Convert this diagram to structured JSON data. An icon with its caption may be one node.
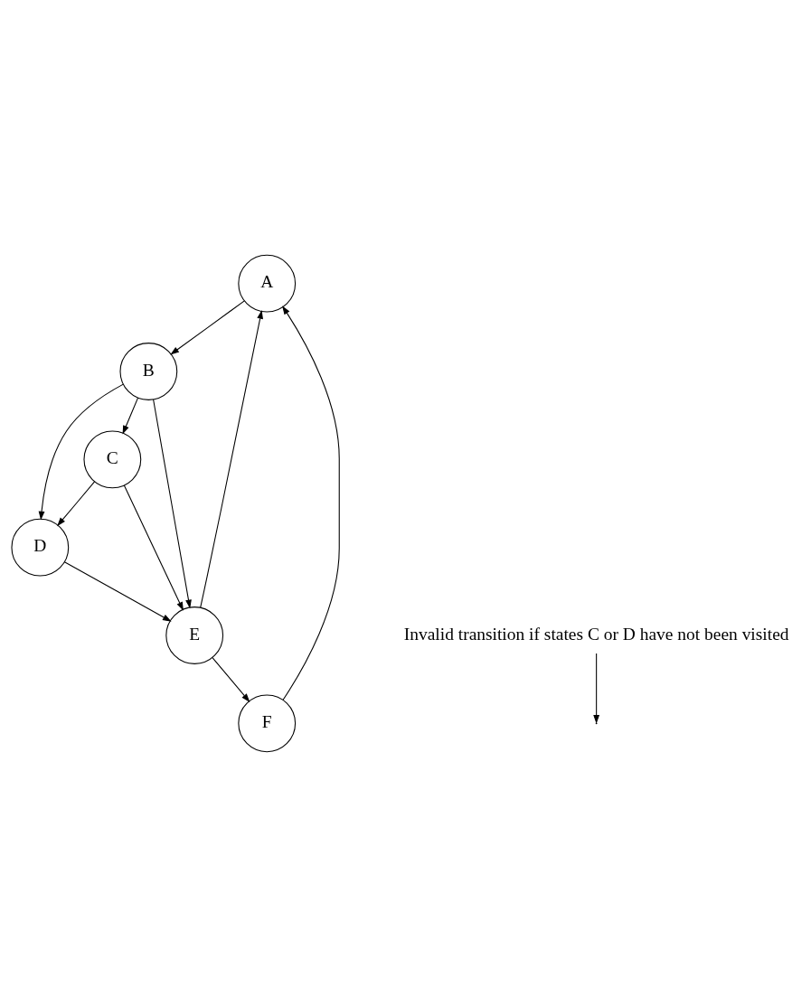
{
  "diagram": {
    "nodes": [
      {
        "text": [
          "A"
        ]
      },
      {
        "text": [
          "B"
        ]
      },
      {
        "text": [
          "C"
        ]
      },
      {
        "text": [
          "D"
        ]
      },
      {
        "text": [
          "E"
        ]
      },
      {
        "text": [
          "F"
        ]
      },
      {
        "text": [
          "Invalid transition if states C or D have not been visited"
        ]
      }
    ],
    "edges": [
      {
        "from": 0,
        "to": 1,
        "arrow": "to"
      },
      {
        "from": 1,
        "to": 2,
        "arrow": "to"
      },
      {
        "from": 1,
        "to": 3,
        "arrow": "to"
      },
      {
        "from": 1,
        "to": 4,
        "arrow": "to"
      },
      {
        "from": 2,
        "to": 3,
        "arrow": "to"
      },
      {
        "from": 2,
        "to": 4,
        "arrow": "to"
      },
      {
        "from": 3,
        "to": 4,
        "arrow": "to"
      },
      {
        "from": 4,
        "to": 0,
        "arrow": "to"
      },
      {
        "from": 4,
        "to": 5,
        "arrow": "to"
      },
      {
        "from": 5,
        "to": 0,
        "arrow": "to"
      },
      {
        "from": 6,
        "to": null,
        "arrow": "to"
      }
    ]
  }
}
